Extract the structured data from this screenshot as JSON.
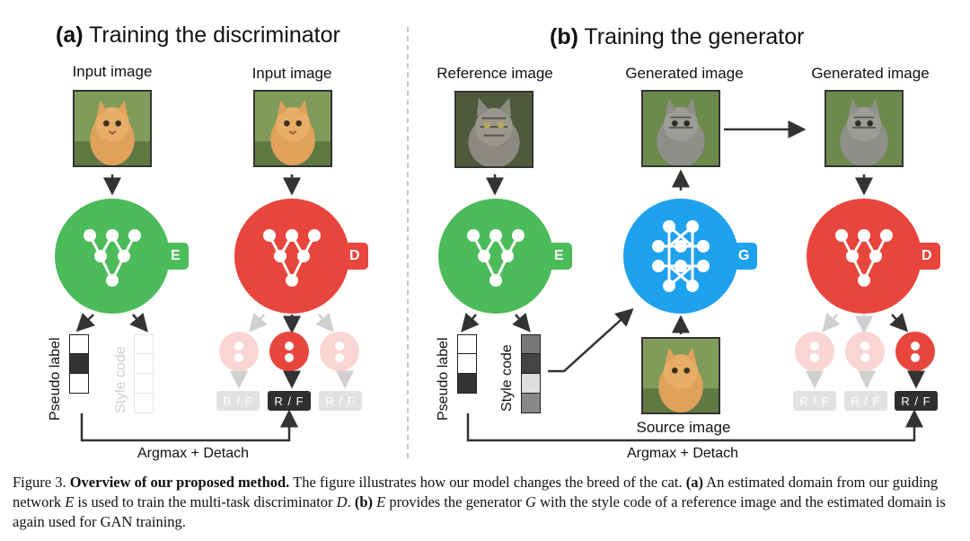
{
  "panel_a": {
    "letter": "(a)",
    "title": "Training the discriminator",
    "input_label_1": "Input image",
    "input_label_2": "Input image",
    "encoder_letter": "E",
    "disc_letter": "D",
    "pseudo_label": "Pseudo label",
    "style_code": "Style code",
    "rf_labels": [
      "R / F",
      "R / F",
      "R / F"
    ],
    "bottom_label": "Argmax + Detach"
  },
  "panel_b": {
    "letter": "(b)",
    "title": "Training the generator",
    "reference_label": "Reference image",
    "generated_label_1": "Generated image",
    "generated_label_2": "Generated image",
    "source_label": "Source image",
    "encoder_letter": "E",
    "generator_letter": "G",
    "disc_letter": "D",
    "pseudo_label": "Pseudo label",
    "style_code": "Style code",
    "rf_labels": [
      "R / F",
      "R / F",
      "R / F"
    ],
    "bottom_label": "Argmax + Detach"
  },
  "colors": {
    "green": "#4cbb5a",
    "red": "#e8453c",
    "blue": "#1ea2ee",
    "dark": "#2f2f2f"
  },
  "caption": {
    "prefix": "Figure 3. ",
    "bold": "Overview of our proposed method.",
    "t1": " The figure illustrates how our model changes the breed of the cat. ",
    "a": "(a)",
    "t2": " An estimated domain from our guiding network ",
    "E1": "E",
    "t3": " is used to train the multi-task discriminator ",
    "D1": "D",
    "t4": ". ",
    "b": "(b)",
    "t5": " ",
    "E2": "E",
    "t6": " provides the generator ",
    "G1": "G",
    "t7": " with the style code of a reference image and the estimated domain is again used for GAN training."
  }
}
